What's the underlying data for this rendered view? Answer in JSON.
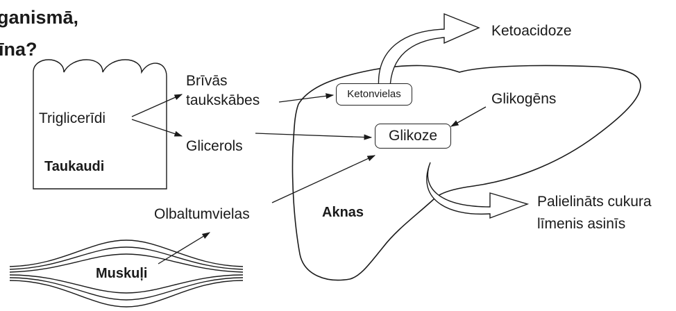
{
  "title": {
    "line1": "ganismā,",
    "line2": "īna?"
  },
  "labels": {
    "fat_tissue": "Taukaudi",
    "triglycerides": "Triglicerīdi",
    "free_fatty_acids_1": "Brīvās",
    "free_fatty_acids_2": "taukskābes",
    "glycerol": "Glicerols",
    "proteins": "Olbaltumvielas",
    "muscles": "Muskuļi",
    "liver": "Aknas",
    "ketone_bodies": "Ketonvielas",
    "glucose": "Glikoze",
    "glycogen": "Glikogēns",
    "ketoacidosis": "Ketoacidoze",
    "high_sugar_1": "Palielināts cukura",
    "high_sugar_2": "līmenis asinīs"
  }
}
